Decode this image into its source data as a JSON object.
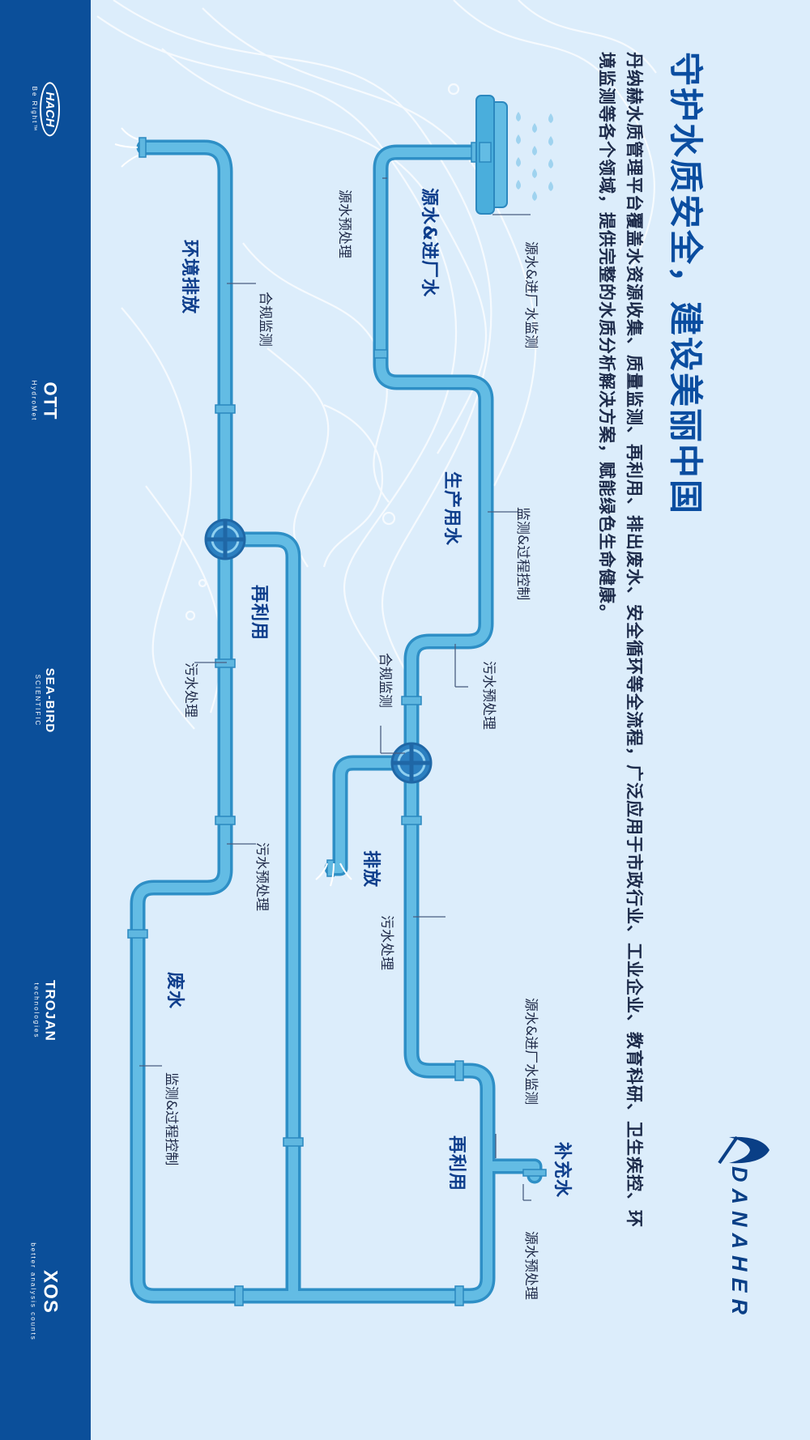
{
  "title": "守护水质安全，建设美丽中国",
  "intro": [
    "丹纳赫水质管理平台覆盖水资源收集、质量监测、再利用、排出废水、安全循环等全流程，广泛应用于市政行业、工业企业、教育科研、卫生疾控、环",
    "境监测等各个领域，提供完整的水质分析解决方案，赋能绿色生命健康。"
  ],
  "sections": {
    "source_intake": "源水&进厂水",
    "production_water": "生产用水",
    "discharge": "排放",
    "reuse_upper": "再利用",
    "supplement_water": "补充水",
    "env_discharge": "环境排放",
    "reuse_lower": "再利用",
    "wastewater": "废水"
  },
  "labels": {
    "source_monitor_1": "源水&进厂水监测",
    "source_pretreat_1": "源水预处理",
    "monitor_process_1": "监测&过程控制",
    "sewage_pretreat_1": "污水预处理",
    "compliance_1": "合规监测",
    "sewage_treat_1": "污水处理",
    "source_monitor_2": "源水&进厂水监测",
    "source_pretreat_2": "源水预处理",
    "compliance_2": "合规监测",
    "sewage_treat_2": "污水处理",
    "sewage_pretreat_2": "污水预处理",
    "monitor_process_2": "监测&过程控制"
  },
  "brands": {
    "hach": "HACH",
    "hach_tag": "Be Right™",
    "ott": "OTT",
    "ott_sub": "HydroMet",
    "seabird": "SEA-BIRD",
    "seabird_sub": "SCIENTIFIC",
    "trojan": "TROJAN",
    "trojan_sub": "technologies",
    "xos": "XOS",
    "xos_sub": "better analysis counts"
  },
  "danaher": "DANAHER",
  "colors": {
    "brand_bar": "#0b4f9a",
    "background": "#dcedfb",
    "pipe": "#5cb4de",
    "pipe_outline": "#2e8fc6",
    "title": "#0a4da0",
    "section": "#0e3e8c",
    "valve": "#2b7fc0"
  },
  "icons": [
    "hach-logo-icon",
    "ott-logo-icon",
    "seabird-logo-icon",
    "trojan-logo-icon",
    "xos-logo-icon",
    "danaher-logo-icon",
    "shower-head-icon",
    "water-drop-icon",
    "valve-wheel-icon",
    "water-splash-icon"
  ]
}
